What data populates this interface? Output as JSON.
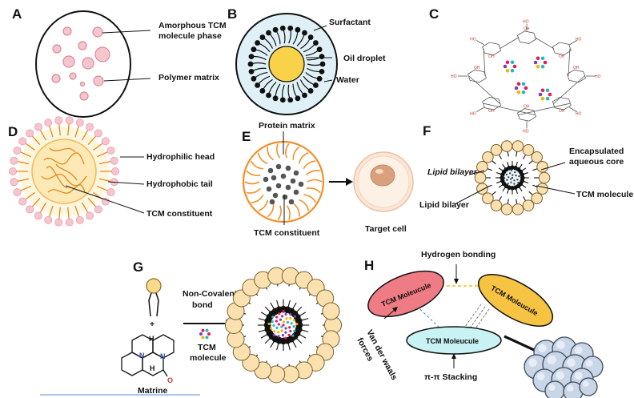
{
  "panels": {
    "A": {
      "letter": "A",
      "label_phase": [
        "Amorphous TCM",
        "molecule phase"
      ],
      "label_matrix": "Polymer matrix"
    },
    "B": {
      "letter": "B",
      "label_surfactant": "Surfactant",
      "label_oil": "Oil droplet",
      "label_water": "Water"
    },
    "C": {
      "letter": "C"
    },
    "D": {
      "letter": "D",
      "label_head": "Hydrophilic head",
      "label_tail": "Hydrophobic tail",
      "label_const": "TCM constituent"
    },
    "E": {
      "letter": "E",
      "label_protein": "Protein matrix",
      "label_const": "TCM constituent",
      "label_cell": "Target cell"
    },
    "F": {
      "letter": "F",
      "label_bilayer1": "Lipid bilayer",
      "label_bilayer2": "Lipid bilayer",
      "label_core": [
        "Encapsulated",
        "aqueous core"
      ],
      "label_mol": "TCM molecule"
    },
    "G": {
      "letter": "G",
      "label_plus": "+",
      "label_bond": [
        "Non-Covalent",
        "bond"
      ],
      "label_mol": [
        "TCM",
        "molecule"
      ],
      "label_matrine": "Matrine"
    },
    "H": {
      "letter": "H",
      "label_hbond": "Hydrogen bonding",
      "label_vdw": [
        "Van der waals",
        "forces"
      ],
      "label_pi": "π-π Stacking",
      "mol1": "TCM Moleucule",
      "mol2": "TCM Moleucule",
      "mol3": "TCM Moleucule"
    }
  },
  "colors": {
    "pink": "#f6c6cf",
    "pink_stroke": "#e0909e",
    "yellow": "#f9d24a",
    "water": "#dff1f7",
    "orange": "#f0902a",
    "lipid": "#fbe1b0",
    "lipid_stroke": "#b8904a",
    "red_mol": "#ef7b85",
    "yellow_mol": "#f6c342",
    "cyan_mol": "#c8f2f4",
    "cluster": "#c9d6e8"
  }
}
